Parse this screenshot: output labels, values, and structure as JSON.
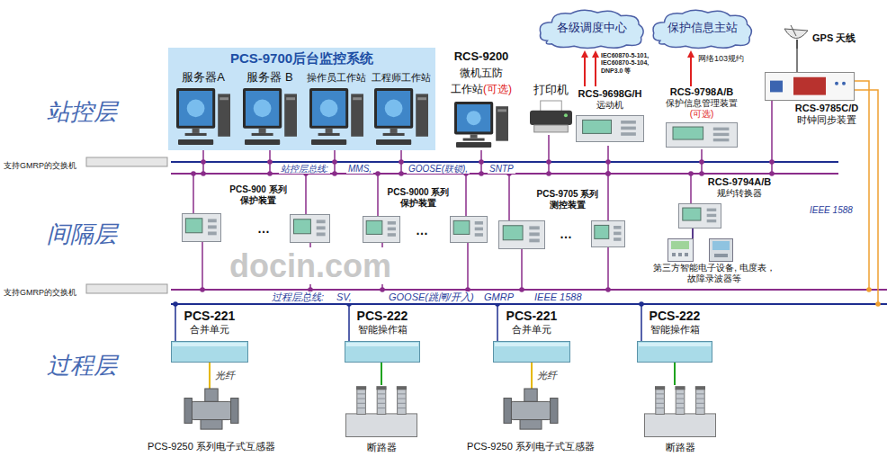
{
  "diagram": {
    "nodes": [
      {
        "text": [
          "PCS-9700后台监控系统"
        ]
      },
      {
        "text": [
          "服务器A"
        ],
        "in": 0
      },
      {
        "text": [
          "服务器 B"
        ],
        "in": 0
      },
      {
        "text": [
          "操作员工作站"
        ],
        "in": 0
      },
      {
        "text": [
          "工程师工作站"
        ],
        "in": 0
      },
      {
        "text": [
          "RCS-9200",
          "微机五防 工作站",
          "(可选)"
        ]
      },
      {
        "text": [
          "打印机"
        ]
      },
      {
        "text": [
          "各级调度中心"
        ]
      },
      {
        "text": [
          "保护信息主站"
        ]
      },
      {
        "text": [
          "RCS-9698G/H",
          "远动机"
        ]
      },
      {
        "text": [
          "RCS-9798A/B",
          "保护信息管理装置",
          "(可选)"
        ]
      },
      {
        "text": [
          "RCS-9785C/D",
          "时钟同步装置"
        ]
      },
      {
        "text": [
          "PCS-900 系列 保护装置"
        ]
      },
      {
        "text": [
          "PCS-9000 系列 保护装置"
        ]
      },
      {
        "text": [
          "PCS-9705 系列 测控装置"
        ]
      },
      {
        "text": [
          "RCS-9794A/B",
          "规约转换器"
        ]
      },
      {
        "text": [
          "第三方智能电子设备, 电度表，故障录波器等"
        ]
      },
      {
        "text": [
          "PCS-221",
          "合并单元"
        ]
      },
      {
        "text": [
          "PCS-222",
          "智能操作箱"
        ]
      },
      {
        "text": [
          "PCS-221",
          "合并单元"
        ]
      },
      {
        "text": [
          "PCS-222",
          "智能操作箱"
        ]
      },
      {
        "text": [
          "PCS-9250 系列电子式互感器"
        ]
      },
      {
        "text": [
          "断路器"
        ]
      },
      {
        "text": [
          "PCS-9250 系列电子式互感器"
        ]
      },
      {
        "text": [
          "断路器"
        ]
      }
    ],
    "edges": [
      {
        "from": 9,
        "to": 7,
        "arrow": "to"
      },
      {
        "from": 9,
        "to": 7,
        "arrow": "to"
      },
      {
        "from": 10,
        "to": 8,
        "arrow": "to"
      },
      {
        "from": 15,
        "to": 16,
        "arrow": "none"
      },
      {
        "from": 17,
        "to": 21,
        "label": "光纤",
        "arrow": "none"
      },
      {
        "from": 18,
        "to": 22,
        "arrow": "none"
      },
      {
        "from": 19,
        "to": 23,
        "label": "光纤",
        "arrow": "none"
      },
      {
        "from": 20,
        "to": 24,
        "arrow": "none"
      }
    ],
    "labels": [
      "站控层",
      "间隔层",
      "过程层",
      "支持GMRP的交换机",
      "支持GMRP的交换机",
      "站控层总线:",
      "MMS,",
      "GOOSE(联锁),",
      "SNTP",
      "…",
      "…",
      "…",
      "过程层总线:",
      "SV,",
      "GOOSE(跳闸/开入)",
      "GMRP",
      "IEEE 1588",
      "IEEE 1588",
      "GPS 天线",
      "IEC60870-5-101, IEC60870-5-104, DNP3.0 等",
      "网络103规约",
      "docin.com"
    ]
  }
}
